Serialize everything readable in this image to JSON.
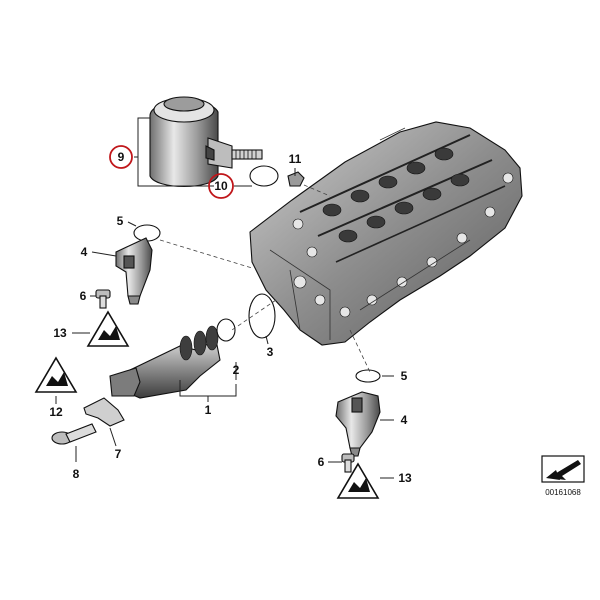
{
  "callouts": {
    "c9": "9",
    "c10": "10",
    "c11": "11",
    "c5a": "5",
    "c4a": "4",
    "c6a": "6",
    "c13a": "13",
    "c3": "3",
    "c2": "2",
    "c1": "1",
    "c12": "12",
    "c7": "7",
    "c8": "8",
    "c5b": "5",
    "c4b": "4",
    "c6b": "6",
    "c13b": "13"
  },
  "highlighted_callouts": [
    "9",
    "10"
  ],
  "highlight_color": "#c0161a",
  "diagram_id": "00161068",
  "icons": {
    "warning": "warning-triangle-icon",
    "orientation": "front-arrow-icon"
  }
}
